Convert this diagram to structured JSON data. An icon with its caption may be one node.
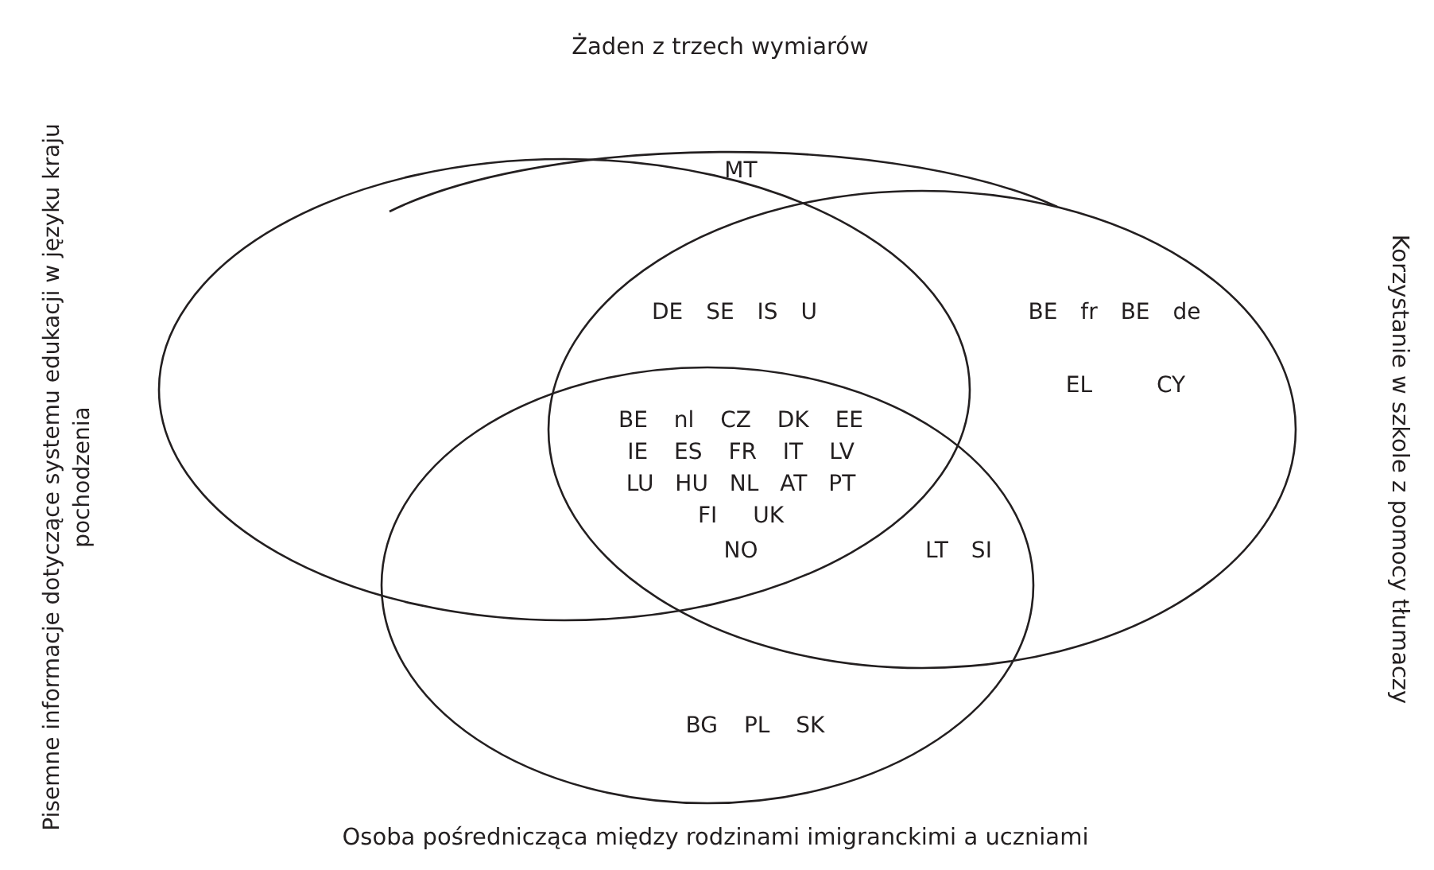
{
  "diagram": {
    "nodes": [
      {
        "text": [
          "Żaden z trzech wymiarów"
        ]
      },
      {
        "text": [
          "Pisemne informacje dotyczące systemu edukacji w języku kraju pochodzenia"
        ]
      },
      {
        "text": [
          "Korzystanie w szkole z pomocy tłumaczy"
        ]
      },
      {
        "text": [
          "Osoba pośrednicząca między rodzinami imigranckimi a uczniami"
        ]
      }
    ],
    "labels": [
      "MT",
      "DE SE IS U",
      "BE fr BE de",
      "EL CY",
      "BE nl CZ DK EE",
      "IE ES FR IT LV",
      "LU HU NL AT PT",
      "FI UK",
      "NO",
      "LT SI",
      "BG PL SK"
    ]
  }
}
